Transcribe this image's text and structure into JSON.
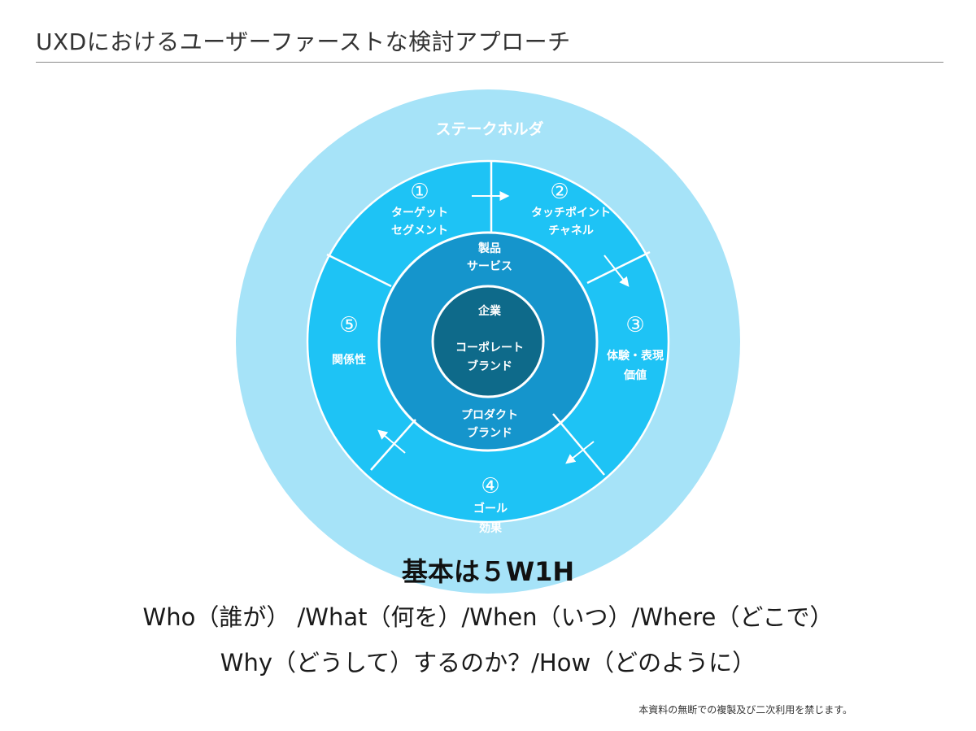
{
  "header": {
    "title": "UXDにおけるユーザーファーストな検討アプローチ"
  },
  "diagram": {
    "outer_label": "ステークホルダ",
    "segments": [
      {
        "number": "①",
        "line1": "ターゲット",
        "line2": "セグメント"
      },
      {
        "number": "②",
        "line1": "タッチポイント",
        "line2": "チャネル"
      },
      {
        "number": "③",
        "line1": "体験・表現",
        "line2": "価値"
      },
      {
        "number": "④",
        "line1": "ゴール",
        "line2": "効果"
      },
      {
        "number": "⑤",
        "line1": "関係性",
        "line2": ""
      }
    ],
    "middle_ring": {
      "top_line1": "製品",
      "top_line2": "サービス",
      "bottom_line1": "プロダクト",
      "bottom_line2": "ブランド"
    },
    "core": {
      "line1": "企業",
      "line2": "コーポレート",
      "line3": "ブランド"
    },
    "colors": {
      "outer": "#a6e3f8",
      "ring": "#1ec3f5",
      "middle": "#1595cc",
      "core": "#0e6a8a",
      "stroke": "#ffffff"
    }
  },
  "summary": {
    "headline": "基本は５W1H",
    "line1": "Who（誰が） /What（何を）/When（いつ）/Where（どこで）",
    "line2": "Why（どうして）するのか？/How（どのように）"
  },
  "footer": {
    "copyright": "本資料の無断での複製及び二次利用を禁じます。"
  }
}
